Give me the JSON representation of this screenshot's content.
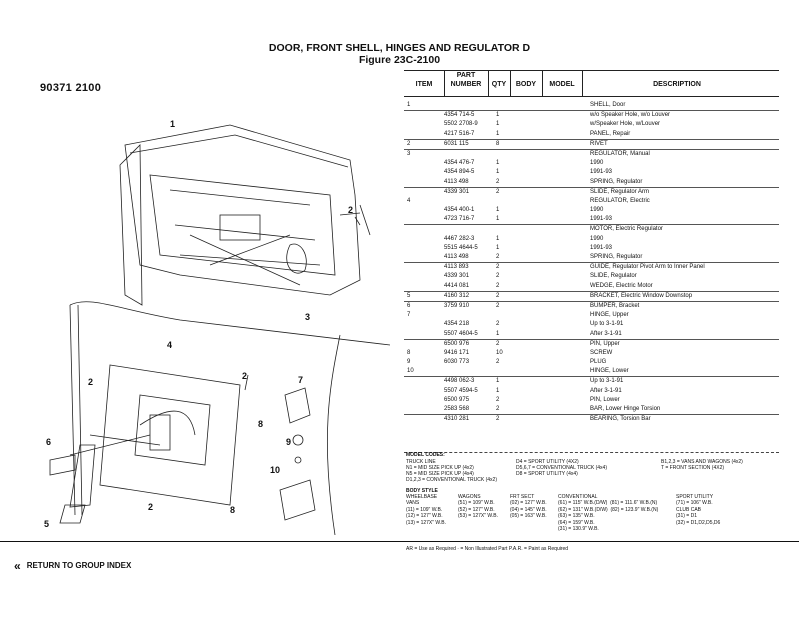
{
  "title": "DOOR, FRONT SHELL, HINGES AND REGULATOR D",
  "figure": "Figure 23C-2100",
  "page_code": "90371  2100",
  "columns": {
    "item": "ITEM",
    "part": "PART NUMBER",
    "part_top": "PART",
    "part_bottom": "NUMBER",
    "qty": "QTY",
    "body": "BODY",
    "model": "MODEL",
    "desc": "DESCRIPTION"
  },
  "rows": [
    {
      "item": "1",
      "part": "",
      "qty": "",
      "desc": "SHELL, Door",
      "rule": false
    },
    {
      "item": "",
      "part": "4354 714-5",
      "qty": "1",
      "desc": "w/o Speaker Hole, w/o Louver",
      "rule": true
    },
    {
      "item": "",
      "part": "5502 2708-9",
      "qty": "1",
      "desc": "w/Speaker Hole, w/Louver",
      "rule": false
    },
    {
      "item": "",
      "part": "4217 516-7",
      "qty": "1",
      "desc": "PANEL, Repair",
      "rule": false
    },
    {
      "item": "2",
      "part": "6031 115",
      "qty": "8",
      "desc": "RIVET",
      "rule": true
    },
    {
      "item": "3",
      "part": "",
      "qty": "",
      "desc": "REGULATOR, Manual",
      "rule": true
    },
    {
      "item": "",
      "part": "4354 476-7",
      "qty": "1",
      "desc": "1990",
      "rule": false
    },
    {
      "item": "",
      "part": "4354 894-5",
      "qty": "1",
      "desc": "1991-93",
      "rule": false
    },
    {
      "item": "",
      "part": "4113 498",
      "qty": "2",
      "desc": "SPRING, Regulator",
      "rule": false
    },
    {
      "item": "",
      "part": "4339 301",
      "qty": "2",
      "desc": "SLIDE, Regulator Arm",
      "rule": true
    },
    {
      "item": "4",
      "part": "",
      "qty": "",
      "desc": "REGULATOR, Electric",
      "rule": false
    },
    {
      "item": "",
      "part": "4354 400-1",
      "qty": "1",
      "desc": "1990",
      "rule": false
    },
    {
      "item": "",
      "part": "4723 716-7",
      "qty": "1",
      "desc": "1991-93",
      "rule": false
    },
    {
      "item": "",
      "part": "",
      "qty": "",
      "desc": "MOTOR, Electric Regulator",
      "rule": true
    },
    {
      "item": "",
      "part": "4467 282-3",
      "qty": "1",
      "desc": "1990",
      "rule": false
    },
    {
      "item": "",
      "part": "5515 4644-5",
      "qty": "1",
      "desc": "1991-93",
      "rule": false
    },
    {
      "item": "",
      "part": "4113 498",
      "qty": "2",
      "desc": "SPRING, Regulator",
      "rule": false
    },
    {
      "item": "",
      "part": "4113 893",
      "qty": "2",
      "desc": "GUIDE, Regulator Pivot Arm to Inner Panel",
      "rule": true
    },
    {
      "item": "",
      "part": "4339 301",
      "qty": "2",
      "desc": "SLIDE, Regulator",
      "rule": false
    },
    {
      "item": "",
      "part": "4414 081",
      "qty": "2",
      "desc": "WEDGE, Electric Motor",
      "rule": false
    },
    {
      "item": "5",
      "part": "4160 312",
      "qty": "2",
      "desc": "BRACKET, Electric Window Downstop",
      "rule": true
    },
    {
      "item": "6",
      "part": "3759 910",
      "qty": "2",
      "desc": "BUMPER, Bracket",
      "rule": true
    },
    {
      "item": "7",
      "part": "",
      "qty": "",
      "desc": "HINGE, Upper",
      "rule": false
    },
    {
      "item": "",
      "part": "4354 218",
      "qty": "2",
      "desc": "Up to 3-1-91",
      "rule": false
    },
    {
      "item": "",
      "part": "5507 4604-5",
      "qty": "1",
      "desc": "After 3-1-91",
      "rule": false
    },
    {
      "item": "",
      "part": "6500 976",
      "qty": "2",
      "desc": "PIN, Upper",
      "rule": true
    },
    {
      "item": "8",
      "part": "9416 171",
      "qty": "10",
      "desc": "SCREW",
      "rule": false
    },
    {
      "item": "9",
      "part": "6030 773",
      "qty": "2",
      "desc": "PLUG",
      "rule": false
    },
    {
      "item": "10",
      "part": "",
      "qty": "",
      "desc": "HINGE, Lower",
      "rule": false
    },
    {
      "item": "",
      "part": "4498 062-3",
      "qty": "1",
      "desc": "Up to 3-1-91",
      "rule": true
    },
    {
      "item": "",
      "part": "5507 4594-5",
      "qty": "1",
      "desc": "After 3-1-91",
      "rule": false
    },
    {
      "item": "",
      "part": "6500 975",
      "qty": "2",
      "desc": "PIN, Lower",
      "rule": false
    },
    {
      "item": "",
      "part": "2583 568",
      "qty": "2",
      "desc": "BAR, Lower Hinge Torsion",
      "rule": false
    },
    {
      "item": "",
      "part": "4310 281",
      "qty": "2",
      "desc": "BEARING, Torsion Bar",
      "rule": true
    }
  ],
  "model_codes": {
    "label": "MODEL CODES:",
    "col1": [
      "TRUCK LINE",
      "N1 = MID SIZE PICK UP (4x2)",
      "N5 = MID SIZE PICK UP (4x4)",
      "D1,2,3 = CONVENTIONAL TRUCK (4x2)"
    ],
    "col2": [
      "D4 = SPORT UTILITY (4X2)",
      "D5,6,7 = CONVENTIONAL TRUCK (4x4)",
      "D8 = SPORT UTILITY (4x4)"
    ],
    "col3": [
      "B1,2,3 = VANS AND WAGONS (4x2)",
      "T = FRONT SECTION (4X2)"
    ]
  },
  "body_style": {
    "label": "BODY STYLE",
    "c1": "WHEELBASE\nVANS\n(11) = 109\" W.B.\n(12) = 127\" W.B.\n(13) = 127X\" W.B.",
    "c2": "WAGONS\n(51) = 109\" W.B.\n(52) = 127\" W.B.\n(53) = 127X\" W.B.",
    "c3": "FRT SECT\n(02) = 127\" W.B.\n(04) = 145\" W.B.\n(05) = 163\" W.B.",
    "c4": "CONVENTIONAL\n(61) = 115\" W.B.(D/W)  (81) = 111.6\" W.B.(N)\n(62) = 131\" W.B.(D/W)  (82) = 123.9\" W.B.(N)\n(63) = 135\" W.B.\n(64) = 159\" W.B.\n(31) = 130.9\" W.B.",
    "c5": "SPORT UTILITY\n(71) = 106\" W.B.\nCLUB CAB\n(31) = D1\n(32) = D1,D2,D5,D6"
  },
  "footer_note": "AR = Use as Required    · = Non Illustrated Part   P.A.R. = Paint as Required",
  "back_link": "RETURN TO GROUP INDEX",
  "callouts": [
    "1",
    "2",
    "3",
    "4",
    "2",
    "6",
    "5",
    "2",
    "7",
    "8",
    "9",
    "10",
    "8",
    "2"
  ]
}
